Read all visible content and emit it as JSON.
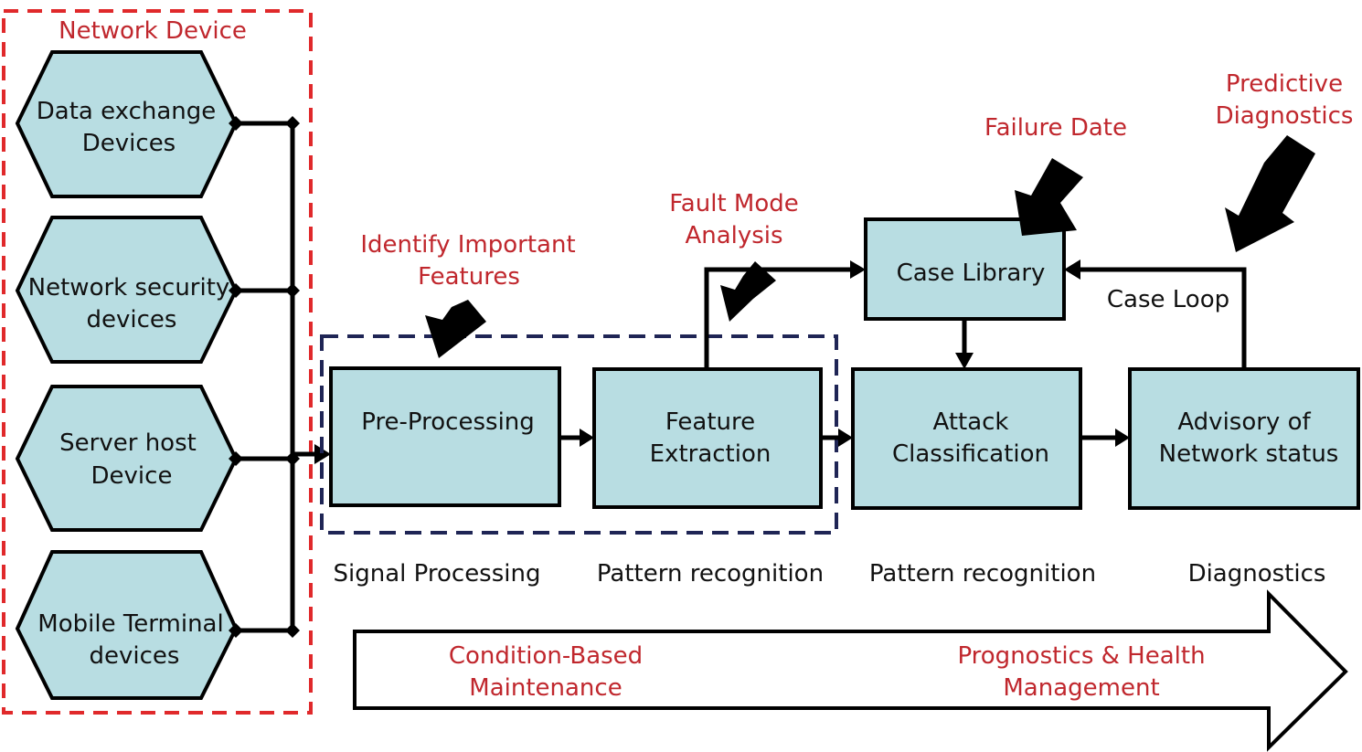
{
  "network_device": {
    "title": "Network Device",
    "devices": [
      {
        "line1": "Data exchange",
        "line2": "Devices"
      },
      {
        "line1": "Network security",
        "line2": "devices"
      },
      {
        "line1": "Server host",
        "line2": "Device"
      },
      {
        "line1": "Mobile Terminal",
        "line2": "devices"
      }
    ]
  },
  "blocks": {
    "preprocessing": "Pre-Processing",
    "feature_extraction": {
      "line1": "Feature",
      "line2": "Extraction"
    },
    "attack_classification": {
      "line1": "Attack",
      "line2": "Classification"
    },
    "advisory": {
      "line1": "Advisory of",
      "line2": "Network status"
    },
    "case_library": "Case Library"
  },
  "labels": {
    "case_loop": "Case Loop",
    "identify_features": {
      "line1": "Identify Important",
      "line2": "Features"
    },
    "fault_mode": {
      "line1": "Fault Mode",
      "line2": "Analysis"
    },
    "failure_date": "Failure Date",
    "predictive": {
      "line1": "Predictive",
      "line2": "Diagnostics"
    }
  },
  "stages": [
    "Signal Processing",
    "Pattern recognition",
    "Pattern recognition",
    "Diagnostics"
  ],
  "progress_arrow": {
    "left": {
      "line1": "Condition-Based",
      "line2": "Maintenance"
    },
    "right": {
      "line1": "Prognostics  & Health",
      "line2": "Management"
    }
  },
  "colors": {
    "box_fill": "#b8dde2",
    "red_text": "#c0272d",
    "red_dash": "#e0292b",
    "navy_dash": "#1f2555"
  }
}
